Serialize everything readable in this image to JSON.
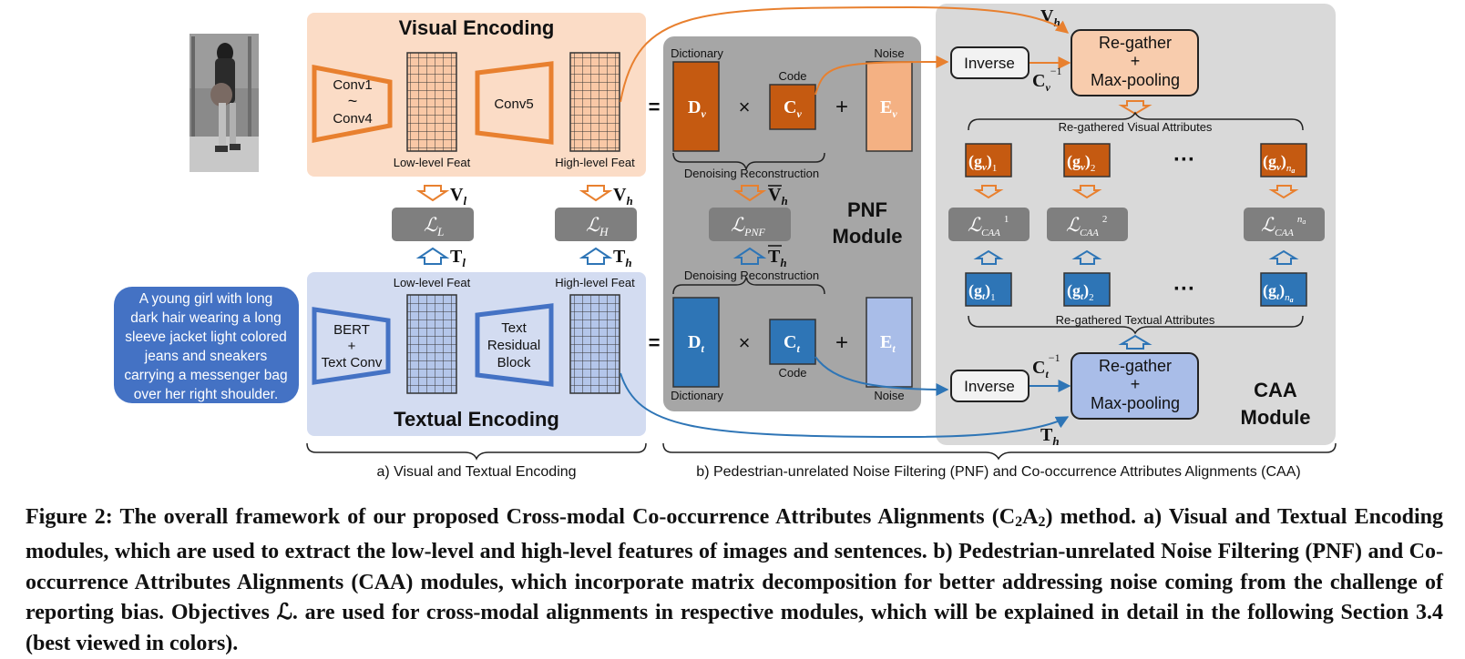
{
  "visual_encoding": {
    "title": "Visual Encoding",
    "conv_a_line1": "Conv1",
    "conv_a_tilde": "~",
    "conv_a_line2": "Conv4",
    "conv_b": "Conv5",
    "low_feat": "Low-level Feat",
    "high_feat": "High-level Feat"
  },
  "textual_encoding": {
    "title": "Textual Encoding",
    "bert_line1": "BERT",
    "bert_line2": "+",
    "bert_line3": "Text Conv",
    "res_line1": "Text",
    "res_line2": "Residual",
    "res_line3": "Block",
    "low_feat": "Low-level Feat",
    "high_feat": "High-level Feat",
    "sentence_lines": [
      "A young girl with long",
      "dark hair wearing a long",
      "sleeve jacket light colored",
      "jeans and sneakers",
      "carrying a messenger bag",
      "over her right shoulder."
    ]
  },
  "losses": {
    "script_L": "ℒ",
    "L_sub": "L",
    "H_sub": "H",
    "PNF_sub": "PNF",
    "CAA_sub": "CAA",
    "caa_sup": [
      "1",
      "2",
      "n"
    ],
    "caa_sup_last_sub": "a"
  },
  "symbols": {
    "V": "V",
    "T": "T",
    "l": "l",
    "h": "h",
    "v": "v",
    "t": "t",
    "D": "D",
    "C": "C",
    "E": "E",
    "g": "g",
    "inv": "−1",
    "equals": "=",
    "times": "×",
    "plus": "+"
  },
  "pnf": {
    "dictionary": "Dictionary",
    "code": "Code",
    "noise": "Noise",
    "denoising": "Denoising Reconstruction",
    "module_line1": "PNF",
    "module_line2": "Module"
  },
  "caa": {
    "inverse": "Inverse",
    "regather_line1": "Re-gather",
    "regather_line2": "+",
    "regather_line3": "Max-pooling",
    "visual_attrs": "Re-gathered Visual Attributes",
    "textual_attrs": "Re-gathered Textual Attributes",
    "attr_subs": [
      "1",
      "2",
      "n"
    ],
    "attr_last_sub": "a",
    "dots": "···",
    "module_line1": "CAA",
    "module_line2": "Module"
  },
  "section_labels": {
    "a": "a) Visual and Textual Encoding",
    "b": "b) Pedestrian-unrelated Noise Filtering (PNF) and Co-occurrence Attributes Alignments (CAA)"
  },
  "caption": {
    "part1": "Figure 2: The overall framework of our proposed Cross-modal Co-occurrence Attributes Alignments (C",
    "sub1": "2",
    "mid": "A",
    "sub2": "2",
    "part2": ") method. a) Visual and Textual Encoding modules, which are used to extract the low-level and high-level features of images and sentences. b) Pedestrian-unrelated Noise Filtering (PNF) and Co-occurrence Attributes Alignments (CAA) modules, which incorporate matrix decomposition for better addressing noise coming from the challenge of reporting bias. Objectives ℒ. are used for cross-modal alignments in respective modules, which will be explained in detail in the following Section 3.4 (best viewed in colors)."
  },
  "colors": {
    "orange": "#e8802f",
    "dark_orange": "#c55a11",
    "light_orange": "#f8ccad",
    "blue": "#4472c4",
    "dark_blue": "#2e75b6",
    "light_blue": "#a9bde8",
    "panel_gray": "#a6a6a6",
    "caa_gray": "#d9d9d9",
    "loss_gray": "#7f7f7f"
  }
}
